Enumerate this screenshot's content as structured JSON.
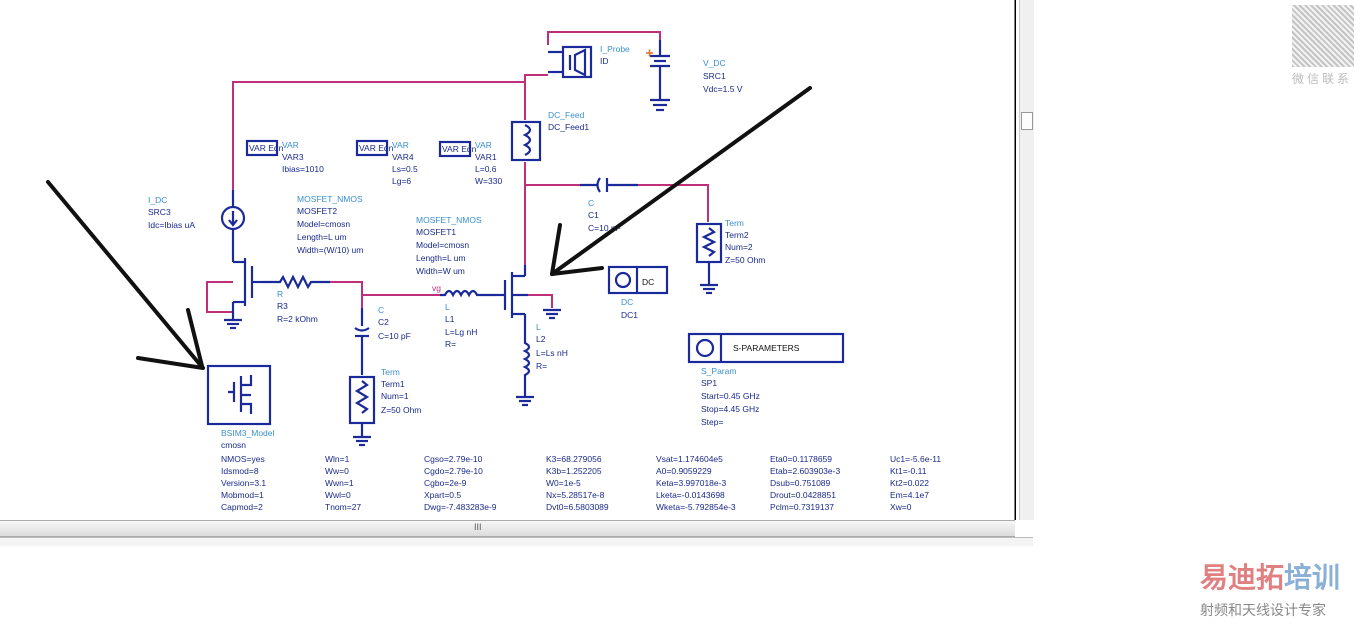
{
  "components": {
    "i_probe": {
      "type": "I_Probe",
      "name": "ID"
    },
    "v_dc": {
      "type": "V_DC",
      "name": "SRC1",
      "p1": "Vdc=1.5 V"
    },
    "dc_feed": {
      "type": "DC_Feed",
      "name": "DC_Feed1"
    },
    "var3": {
      "type": "VAR",
      "name": "VAR3",
      "p1": "Ibias=1010"
    },
    "var4": {
      "type": "VAR",
      "name": "VAR4",
      "p1": "Ls=0.5",
      "p2": "Lg=6"
    },
    "var1": {
      "type": "VAR",
      "name": "VAR1",
      "p1": "L=0.6",
      "p2": "W=330"
    },
    "i_dc": {
      "type": "I_DC",
      "name": "SRC3",
      "p1": "Idc=Ibias uA"
    },
    "mosfet2": {
      "type": "MOSFET_NMOS",
      "name": "MOSFET2",
      "p1": "Model=cmosn",
      "p2": "Length=L um",
      "p3": "Width=(W/10) um"
    },
    "mosfet1": {
      "type": "MOSFET_NMOS",
      "name": "MOSFET1",
      "p1": "Model=cmosn",
      "p2": "Length=L um",
      "p3": "Width=W um"
    },
    "c1": {
      "type": "C",
      "name": "C1",
      "p1": "C=10 pF"
    },
    "term2": {
      "type": "Term",
      "name": "Term2",
      "p1": "Num=2",
      "p2": "Z=50 Ohm"
    },
    "r3": {
      "type": "R",
      "name": "R3",
      "p1": "R=2 kOhm"
    },
    "c2": {
      "type": "C",
      "name": "C2",
      "p1": "C=10 pF"
    },
    "l1": {
      "type": "L",
      "name": "L1",
      "p1": "L=Lg nH",
      "p2": "R=",
      "node": "vg"
    },
    "l2": {
      "type": "L",
      "name": "L2",
      "p1": "L=Ls nH",
      "p2": "R="
    },
    "term1": {
      "type": "Term",
      "name": "Term1",
      "p1": "Num=1",
      "p2": "Z=50 Ohm"
    },
    "dc": {
      "label": "DC",
      "type": "DC",
      "name": "DC1"
    },
    "sp": {
      "label": "S-PARAMETERS",
      "type": "S_Param",
      "name": "SP1",
      "p1": "Start=0.45 GHz",
      "p2": "Stop=4.45 GHz",
      "p3": "Step="
    },
    "bsim": {
      "type": "BSIM3_Model",
      "name": "cmosn"
    },
    "var_icon": "VAR Eqn"
  },
  "bsim_params": [
    [
      "NMOS=yes",
      "Idsmod=8",
      "Version=3.1",
      "Mobmod=1",
      "Capmod=2"
    ],
    [
      "Wln=1",
      "Ww=0",
      "Wwn=1",
      "Wwl=0",
      "Tnom=27"
    ],
    [
      "Cgso=2.79e-10",
      "Cgdo=2.79e-10",
      "Cgbo=2e-9",
      "Xpart=0.5",
      "Dwg=-7.483283e-9"
    ],
    [
      "K3=68.279056",
      "K3b=1.252205",
      "W0=1e-5",
      "Nx=5.28517e-8",
      "Dvt0=6.5803089"
    ],
    [
      "Vsat=1.174604e5",
      "A0=0.9059229",
      "Keta=3.997018e-3",
      "Lketa=-0.0143698",
      "Wketa=-5.792854e-3"
    ],
    [
      "Eta0=0.1178659",
      "Etab=2.603903e-3",
      "Dsub=0.751089",
      "Drout=0.0428851",
      "Pclm=0.7319137"
    ],
    [
      "Uc1=-5.6e-11",
      "Kt1=-0.11",
      "Kt2=0.022",
      "Em=4.1e7",
      "Xw=0"
    ]
  ],
  "scrollbar": {
    "grip": "III"
  },
  "watermark": {
    "qr_caption": "微信联系",
    "brand_a": "易迪拓",
    "brand_b": "培训",
    "tagline": "射频和天线设计专家"
  }
}
